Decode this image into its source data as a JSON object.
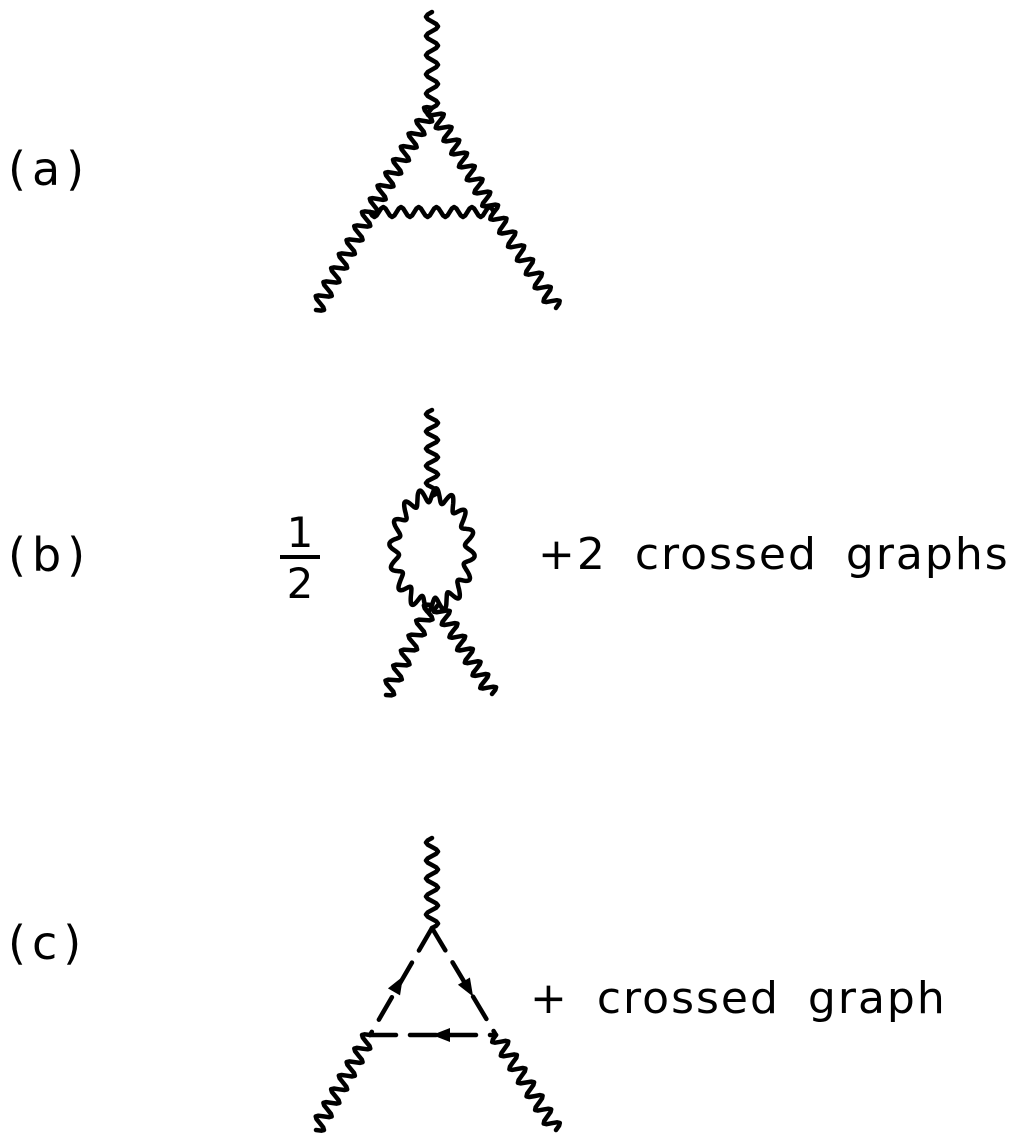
{
  "panels": [
    {
      "label": "(a)",
      "annotation": ""
    },
    {
      "label": "(b)",
      "annotation": "+2 crossed graphs",
      "factor_numerator": "1",
      "factor_denominator": "2"
    },
    {
      "label": "(c)",
      "annotation": "+  crossed graph"
    }
  ],
  "line_styles": {
    "wavy": "photon-propagator",
    "dashed": "ghost-propagator"
  },
  "ink_color": "#000000"
}
